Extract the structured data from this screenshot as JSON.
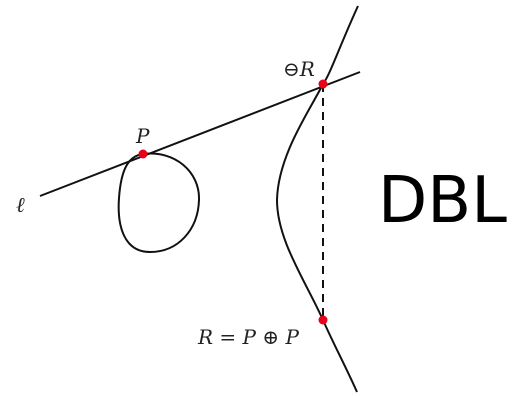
{
  "labels": {
    "line": "ℓ",
    "point_p": "P",
    "point_neg_r": "⊖R",
    "point_r": "R = P ⊕ P",
    "operation": "DBL"
  },
  "colors": {
    "stroke": "#111111",
    "point": "#e8001a",
    "text": "#222222",
    "background": "#ffffff"
  }
}
